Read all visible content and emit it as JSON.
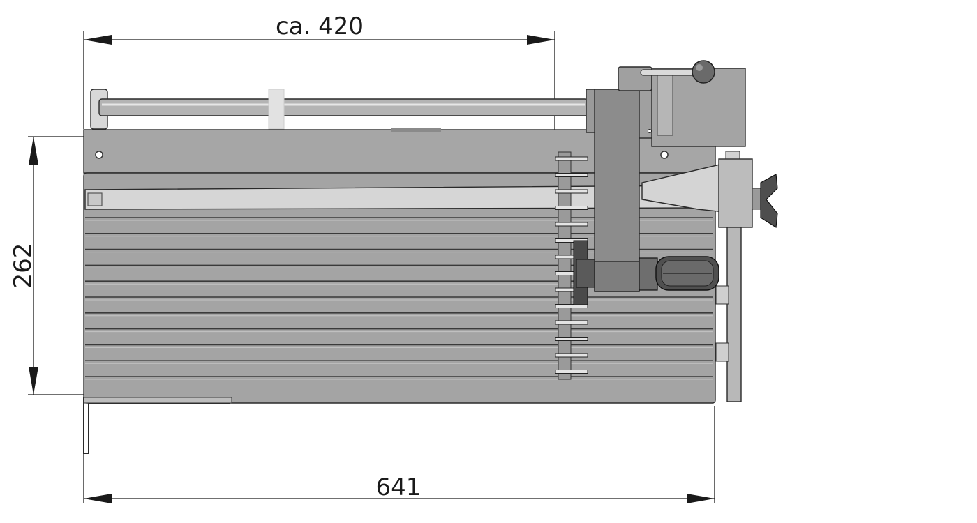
{
  "dimensions": {
    "top_length": "ca. 420",
    "height": "262",
    "bottom_length": "641"
  },
  "colors": {
    "body_gray": "#a4a4a4",
    "dark_gray": "#5e5e5e",
    "light_gray": "#d6d6d6",
    "line": "#1a1a1a"
  }
}
